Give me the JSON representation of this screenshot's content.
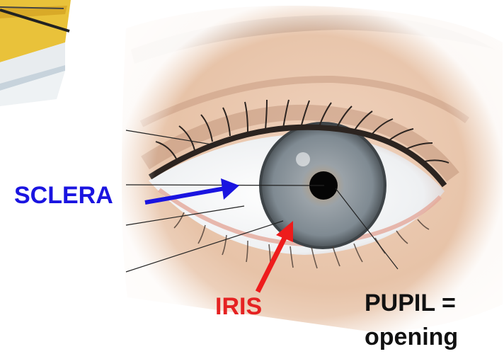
{
  "labels": {
    "sclera": "SCLERA",
    "iris": "IRIS",
    "pupil_line1": "PUPIL =",
    "pupil_line2": "opening"
  },
  "colors": {
    "sclera_label": "#1a14e0",
    "sclera_arrow": "#1a14e0",
    "iris_label": "#e52222",
    "iris_arrow": "#ee1c1c",
    "pupil_label": "#111111",
    "skin": "#e9c6ad",
    "iris": "#8a949b",
    "pupil": "#050505"
  }
}
